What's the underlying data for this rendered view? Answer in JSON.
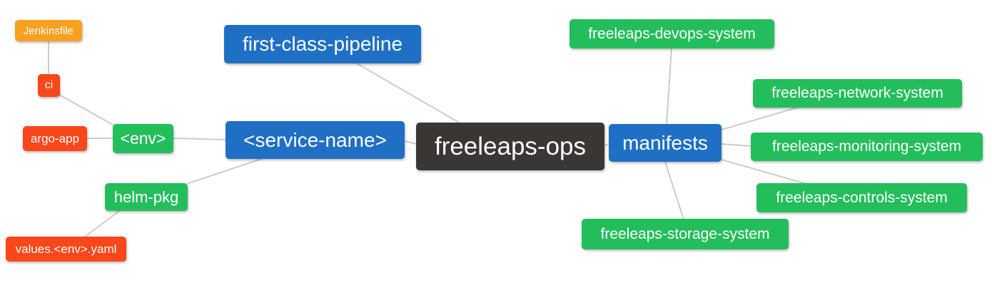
{
  "palette": {
    "background": "#ffffff",
    "edge": "#cccccc",
    "text": "#ffffff",
    "blue": "#1f6fc5",
    "green": "#23be5b",
    "orange": "#f9a11e",
    "red": "#f8471a",
    "dark": "#3a3633"
  },
  "nodes": {
    "jenkinsfile": {
      "label": "Jenkinsfile",
      "color": "orange"
    },
    "ci": {
      "label": "ci",
      "color": "red"
    },
    "argo_app": {
      "label": "argo-app",
      "color": "red"
    },
    "env": {
      "label": "<env>",
      "color": "green"
    },
    "helm_pkg": {
      "label": "helm-pkg",
      "color": "green"
    },
    "values_env_yaml": {
      "label": "values.<env>.yaml",
      "color": "red"
    },
    "first_class_pipeline": {
      "label": "first-class-pipeline",
      "color": "blue"
    },
    "service_name": {
      "label": "<service-name>",
      "color": "blue"
    },
    "freeleaps_ops": {
      "label": "freeleaps-ops",
      "color": "dark"
    },
    "manifests": {
      "label": "manifests",
      "color": "blue"
    },
    "freeleaps_devops_system": {
      "label": "freeleaps-devops-system",
      "color": "green"
    },
    "freeleaps_network_system": {
      "label": "freeleaps-network-system",
      "color": "green"
    },
    "freeleaps_monitoring_system": {
      "label": "freeleaps-monitoring-system",
      "color": "green"
    },
    "freeleaps_controls_system": {
      "label": "freeleaps-controls-system",
      "color": "green"
    },
    "freeleaps_storage_system": {
      "label": "freeleaps-storage-system",
      "color": "green"
    }
  },
  "edges": [
    [
      "Jenkinsfile",
      "ci"
    ],
    [
      "ci",
      "<env>"
    ],
    [
      "argo-app",
      "<env>"
    ],
    [
      "<env>",
      "<service-name>"
    ],
    [
      "<service-name>",
      "helm-pkg"
    ],
    [
      "helm-pkg",
      "values.<env>.yaml"
    ],
    [
      "first-class-pipeline",
      "freeleaps-ops"
    ],
    [
      "<service-name>",
      "freeleaps-ops"
    ],
    [
      "freeleaps-ops",
      "manifests"
    ],
    [
      "manifests",
      "freeleaps-devops-system"
    ],
    [
      "manifests",
      "freeleaps-network-system"
    ],
    [
      "manifests",
      "freeleaps-monitoring-system"
    ],
    [
      "manifests",
      "freeleaps-controls-system"
    ],
    [
      "manifests",
      "freeleaps-storage-system"
    ]
  ]
}
